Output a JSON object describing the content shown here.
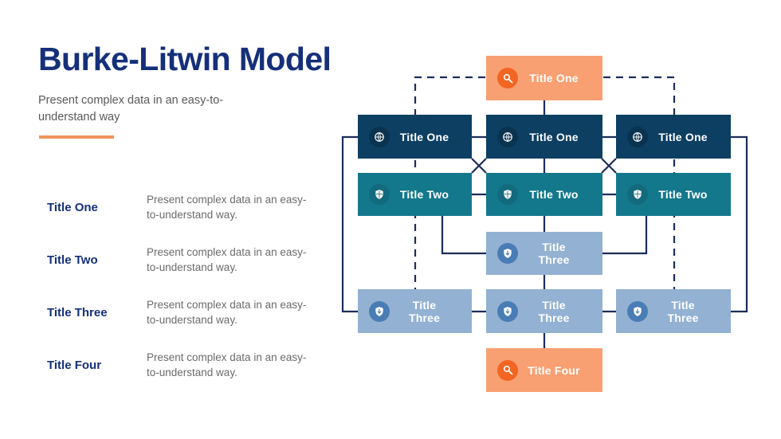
{
  "slide": {
    "title": "Burke-Litwin Model",
    "subtitle": "Present complex data in an easy-to-understand way"
  },
  "legend": [
    {
      "label": "Title One",
      "desc": "Present complex data in an easy-to-understand way."
    },
    {
      "label": "Title Two",
      "desc": "Present complex data in an easy-to-understand way."
    },
    {
      "label": "Title Three",
      "desc": "Present complex data in an easy-to-understand way."
    },
    {
      "label": "Title Four",
      "desc": "Present complex data in an easy-to-understand way."
    }
  ],
  "diagram": {
    "nodes": [
      {
        "id": "top",
        "label": "Title One",
        "style": "orange",
        "icon": "magnifier-icon"
      },
      {
        "id": "r1c1",
        "label": "Title One",
        "style": "navy",
        "icon": "globe-icon"
      },
      {
        "id": "r1c2",
        "label": "Title One",
        "style": "navy",
        "icon": "globe-icon"
      },
      {
        "id": "r1c3",
        "label": "Title One",
        "style": "navy",
        "icon": "globe-icon"
      },
      {
        "id": "r2c1",
        "label": "Title Two",
        "style": "teal",
        "icon": "shield-icon"
      },
      {
        "id": "r2c2",
        "label": "Title Two",
        "style": "teal",
        "icon": "shield-icon"
      },
      {
        "id": "r2c3",
        "label": "Title Two",
        "style": "teal",
        "icon": "shield-icon"
      },
      {
        "id": "mid",
        "label": "Title Three",
        "style": "blue",
        "icon": "shield-down-icon"
      },
      {
        "id": "r3c1",
        "label": "Title Three",
        "style": "blue",
        "icon": "shield-down-icon"
      },
      {
        "id": "r3c2",
        "label": "Title Three",
        "style": "blue",
        "icon": "shield-down-icon"
      },
      {
        "id": "r3c3",
        "label": "Title Three",
        "style": "blue",
        "icon": "shield-down-icon"
      },
      {
        "id": "bottom",
        "label": "Title Four",
        "style": "orange",
        "icon": "magnifier-icon"
      }
    ]
  },
  "colors": {
    "title_navy": "#15307a",
    "accent_orange": "#f2935c",
    "node_orange": "#f9a072",
    "node_orange_icon": "#f26522",
    "node_navy": "#0c3f62",
    "node_teal": "#14788c",
    "node_blue": "#93b1d2",
    "node_blue_icon": "#4a7cb5",
    "connector": "#1b2d5b",
    "body_text": "#6b6b6b"
  }
}
